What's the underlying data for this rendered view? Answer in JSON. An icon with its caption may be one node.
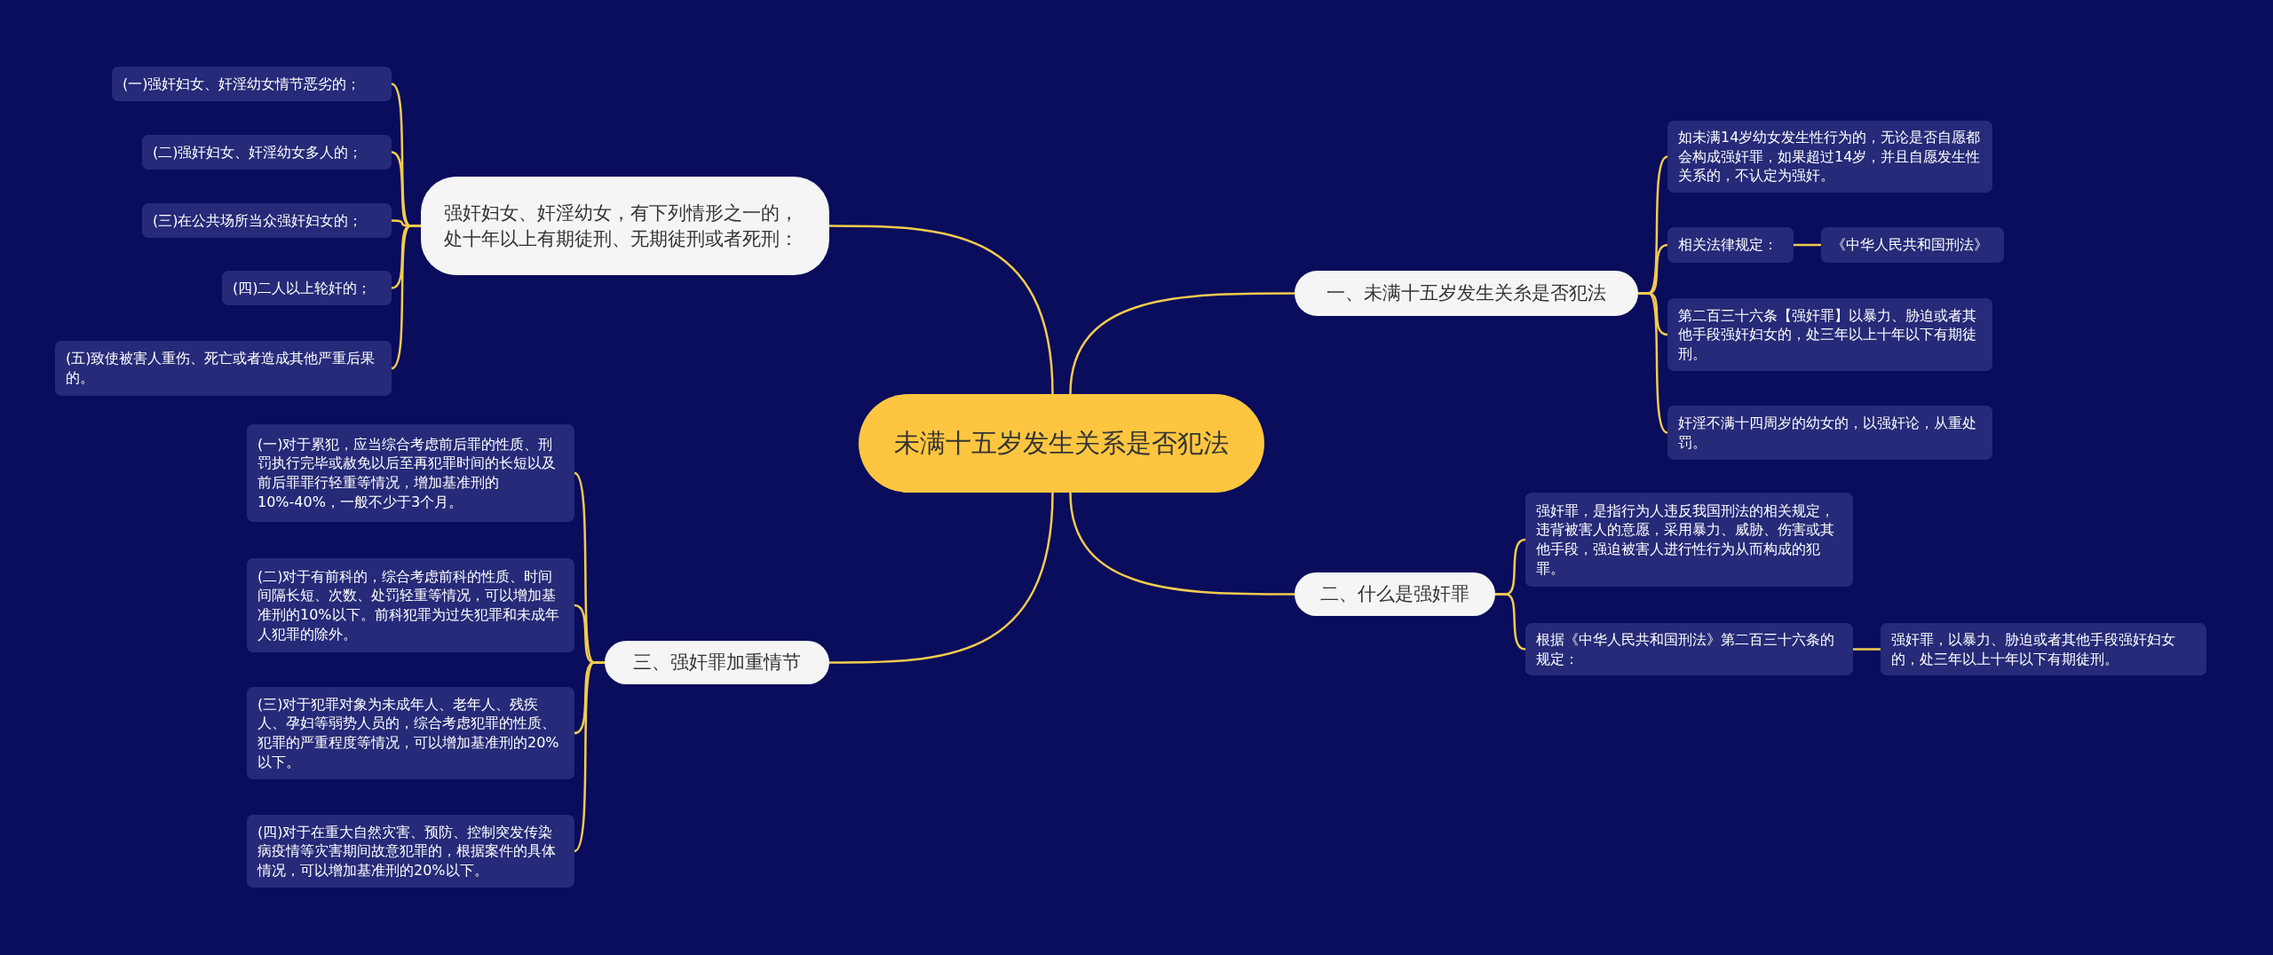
{
  "diagram": {
    "nodes": [
      {
        "text": [
          "未满十五岁发生关系是否犯法"
        ]
      },
      {
        "text": [
          "强奸妇女、奸淫幼女，有下列情形之一的，处十年以上有期徒刑、无期徒刑或者死刑："
        ]
      },
      {
        "text": [
          "(一)强奸妇女、奸淫幼女情节恶劣的；"
        ]
      },
      {
        "text": [
          "(二)强奸妇女、奸淫幼女多人的；"
        ]
      },
      {
        "text": [
          "(三)在公共场所当众强奸妇女的；"
        ]
      },
      {
        "text": [
          "(四)二人以上轮奸的；"
        ]
      },
      {
        "text": [
          "(五)致使被害人重伤、死亡或者造成其他严重后果的。"
        ]
      },
      {
        "text": [
          "一、未满十五岁发生关糸是否犯法"
        ]
      },
      {
        "text": [
          "如未满14岁幼女发生性行为的，无论是否自愿都会构成强奸罪，如果超过14岁，并且自愿发生性关系的，不认定为强奸。"
        ]
      },
      {
        "text": [
          "相关法律规定："
        ]
      },
      {
        "text": [
          "《中华人民共和国刑法》"
        ]
      },
      {
        "text": [
          "第二百三十六条【强奸罪】以暴力、胁迫或者其他手段强奸妇女的，处三年以上十年以下有期徒刑。"
        ]
      },
      {
        "text": [
          "奸淫不满十四周岁的幼女的，以强奸论，从重处罚。"
        ]
      },
      {
        "text": [
          "三、强奸罪加重情节"
        ]
      },
      {
        "text": [
          "(一)对于累犯，应当综合考虑前后罪的性质、刑罚执行完毕或赦免以后至再犯罪时间的长短以及前后罪罪行轻重等情况，增加基准刑的10%-40%，一般不少于3个月。"
        ]
      },
      {
        "text": [
          "(二)对于有前科的，综合考虑前科的性质、时间间隔长短、次数、处罚轻重等情况，可以增加基准刑的10%以下。前科犯罪为过失犯罪和未成年人犯罪的除外。"
        ]
      },
      {
        "text": [
          "(三)对于犯罪对象为未成年人、老年人、残疾人、孕妇等弱势人员的，综合考虑犯罪的性质、犯罪的严重程度等情况，可以增加基准刑的20%以下。"
        ]
      },
      {
        "text": [
          "(四)对于在重大自然灾害、预防、控制突发传染病疫情等灾害期间故意犯罪的，根据案件的具体情况，可以增加基准刑的20%以下。"
        ]
      },
      {
        "text": [
          "二、什么是强奸罪"
        ]
      },
      {
        "text": [
          "强奸罪，是指行为人违反我国刑法的相关规定，违背被害人的意愿，采用暴力、威胁、伤害或其他手段，强迫被害人进行性行为从而构成的犯罪。"
        ]
      },
      {
        "text": [
          "根据《中华人民共和国刑法》第二百三十六条的规定："
        ]
      },
      {
        "text": [
          "强奸罪，以暴力、胁迫或者其他手段强奸妇女的，处三年以上十年以下有期徒刑。"
        ]
      }
    ],
    "edges": [
      {
        "from": 0,
        "to": 1,
        "arrow": "none"
      },
      {
        "from": 0,
        "to": 7,
        "arrow": "none"
      },
      {
        "from": 0,
        "to": 13,
        "arrow": "none"
      },
      {
        "from": 0,
        "to": 18,
        "arrow": "none"
      },
      {
        "from": 1,
        "to": 2,
        "arrow": "none"
      },
      {
        "from": 1,
        "to": 3,
        "arrow": "none"
      },
      {
        "from": 1,
        "to": 4,
        "arrow": "none"
      },
      {
        "from": 1,
        "to": 5,
        "arrow": "none"
      },
      {
        "from": 1,
        "to": 6,
        "arrow": "none"
      },
      {
        "from": 7,
        "to": 8,
        "arrow": "none"
      },
      {
        "from": 7,
        "to": 9,
        "arrow": "none"
      },
      {
        "from": 9,
        "to": 10,
        "arrow": "none"
      },
      {
        "from": 7,
        "to": 11,
        "arrow": "none"
      },
      {
        "from": 7,
        "to": 12,
        "arrow": "none"
      },
      {
        "from": 13,
        "to": 14,
        "arrow": "none"
      },
      {
        "from": 13,
        "to": 15,
        "arrow": "none"
      },
      {
        "from": 13,
        "to": 16,
        "arrow": "none"
      },
      {
        "from": 13,
        "to": 17,
        "arrow": "none"
      },
      {
        "from": 18,
        "to": 19,
        "arrow": "none"
      },
      {
        "from": 18,
        "to": 20,
        "arrow": "none"
      },
      {
        "from": 20,
        "to": 21,
        "arrow": "none"
      }
    ]
  }
}
